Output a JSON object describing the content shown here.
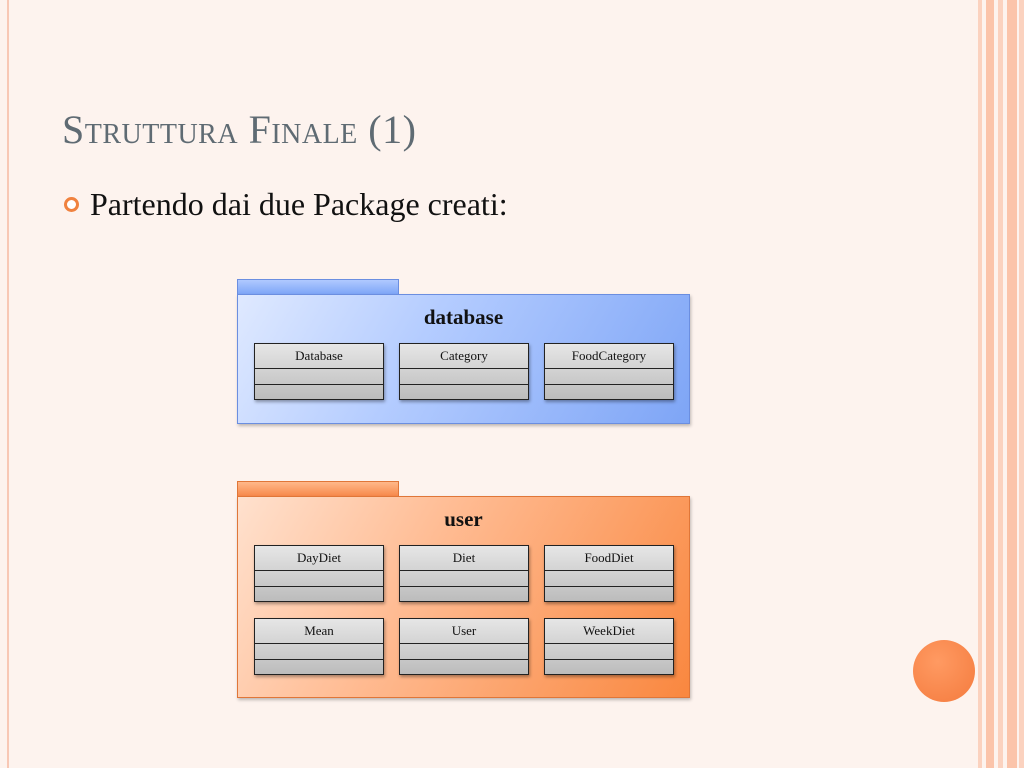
{
  "slide": {
    "title": "Struttura Finale (1)",
    "bullet": "Partendo dai due Package creati:"
  },
  "packages": [
    {
      "name": "database",
      "color": "#7ea6f7",
      "classes": [
        "Database",
        "Category",
        "FoodCategory"
      ]
    },
    {
      "name": "user",
      "color": "#f7894b",
      "classes": [
        "DayDiet",
        "Diet",
        "FoodDiet",
        "Mean",
        "User",
        "WeekDiet"
      ]
    }
  ],
  "theme": {
    "accent": "#f0823f",
    "title_color": "#5f6b73"
  }
}
